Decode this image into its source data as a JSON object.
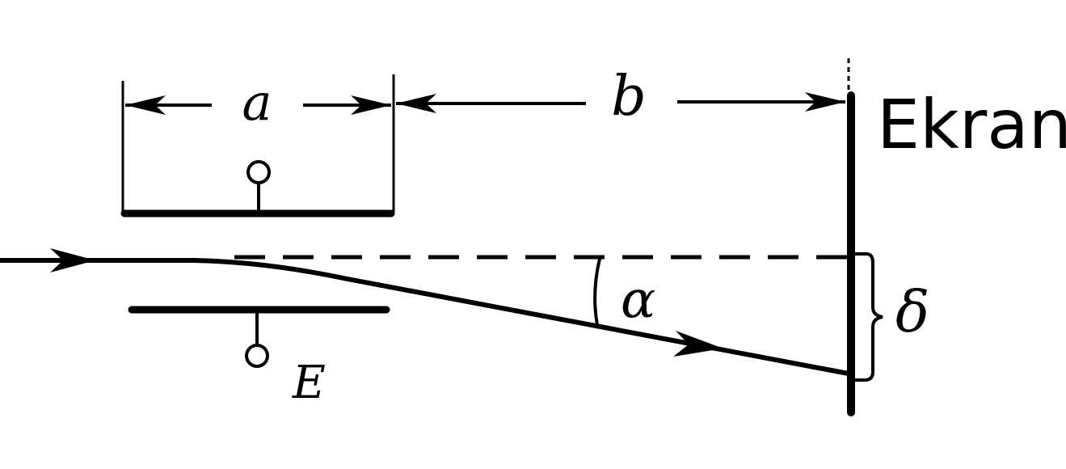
{
  "labels": {
    "a": "a",
    "b": "b",
    "screen": "Ekran",
    "angle": "α",
    "deflection": "δ",
    "field": "E"
  }
}
